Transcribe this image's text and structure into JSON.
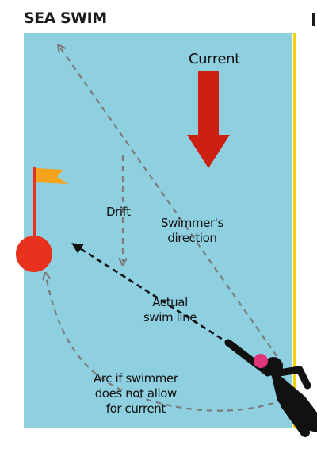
{
  "title": "SEA SWIM",
  "labels": {
    "current": "Current",
    "drift": "Drift",
    "swimmer_direction": [
      "Swimmer's",
      "direction"
    ],
    "actual_swim_line": [
      "Actual",
      "swim line"
    ],
    "arc": [
      "Arc if swimmer",
      "does not allow",
      "for current"
    ]
  },
  "icons": [
    "current-arrow-icon",
    "buoy-flag-icon",
    "swimmer-icon"
  ],
  "colors": {
    "water": "#8ecfe0",
    "current_arrow": "#cc1f12",
    "buoy": "#e8321e",
    "flag": "#f5a21c",
    "swimmer_cap": "#e0357a",
    "swimmer": "#111111",
    "dashed_guide": "#7a7a7a",
    "swim_line": "#111111",
    "border": "#f2d300"
  }
}
